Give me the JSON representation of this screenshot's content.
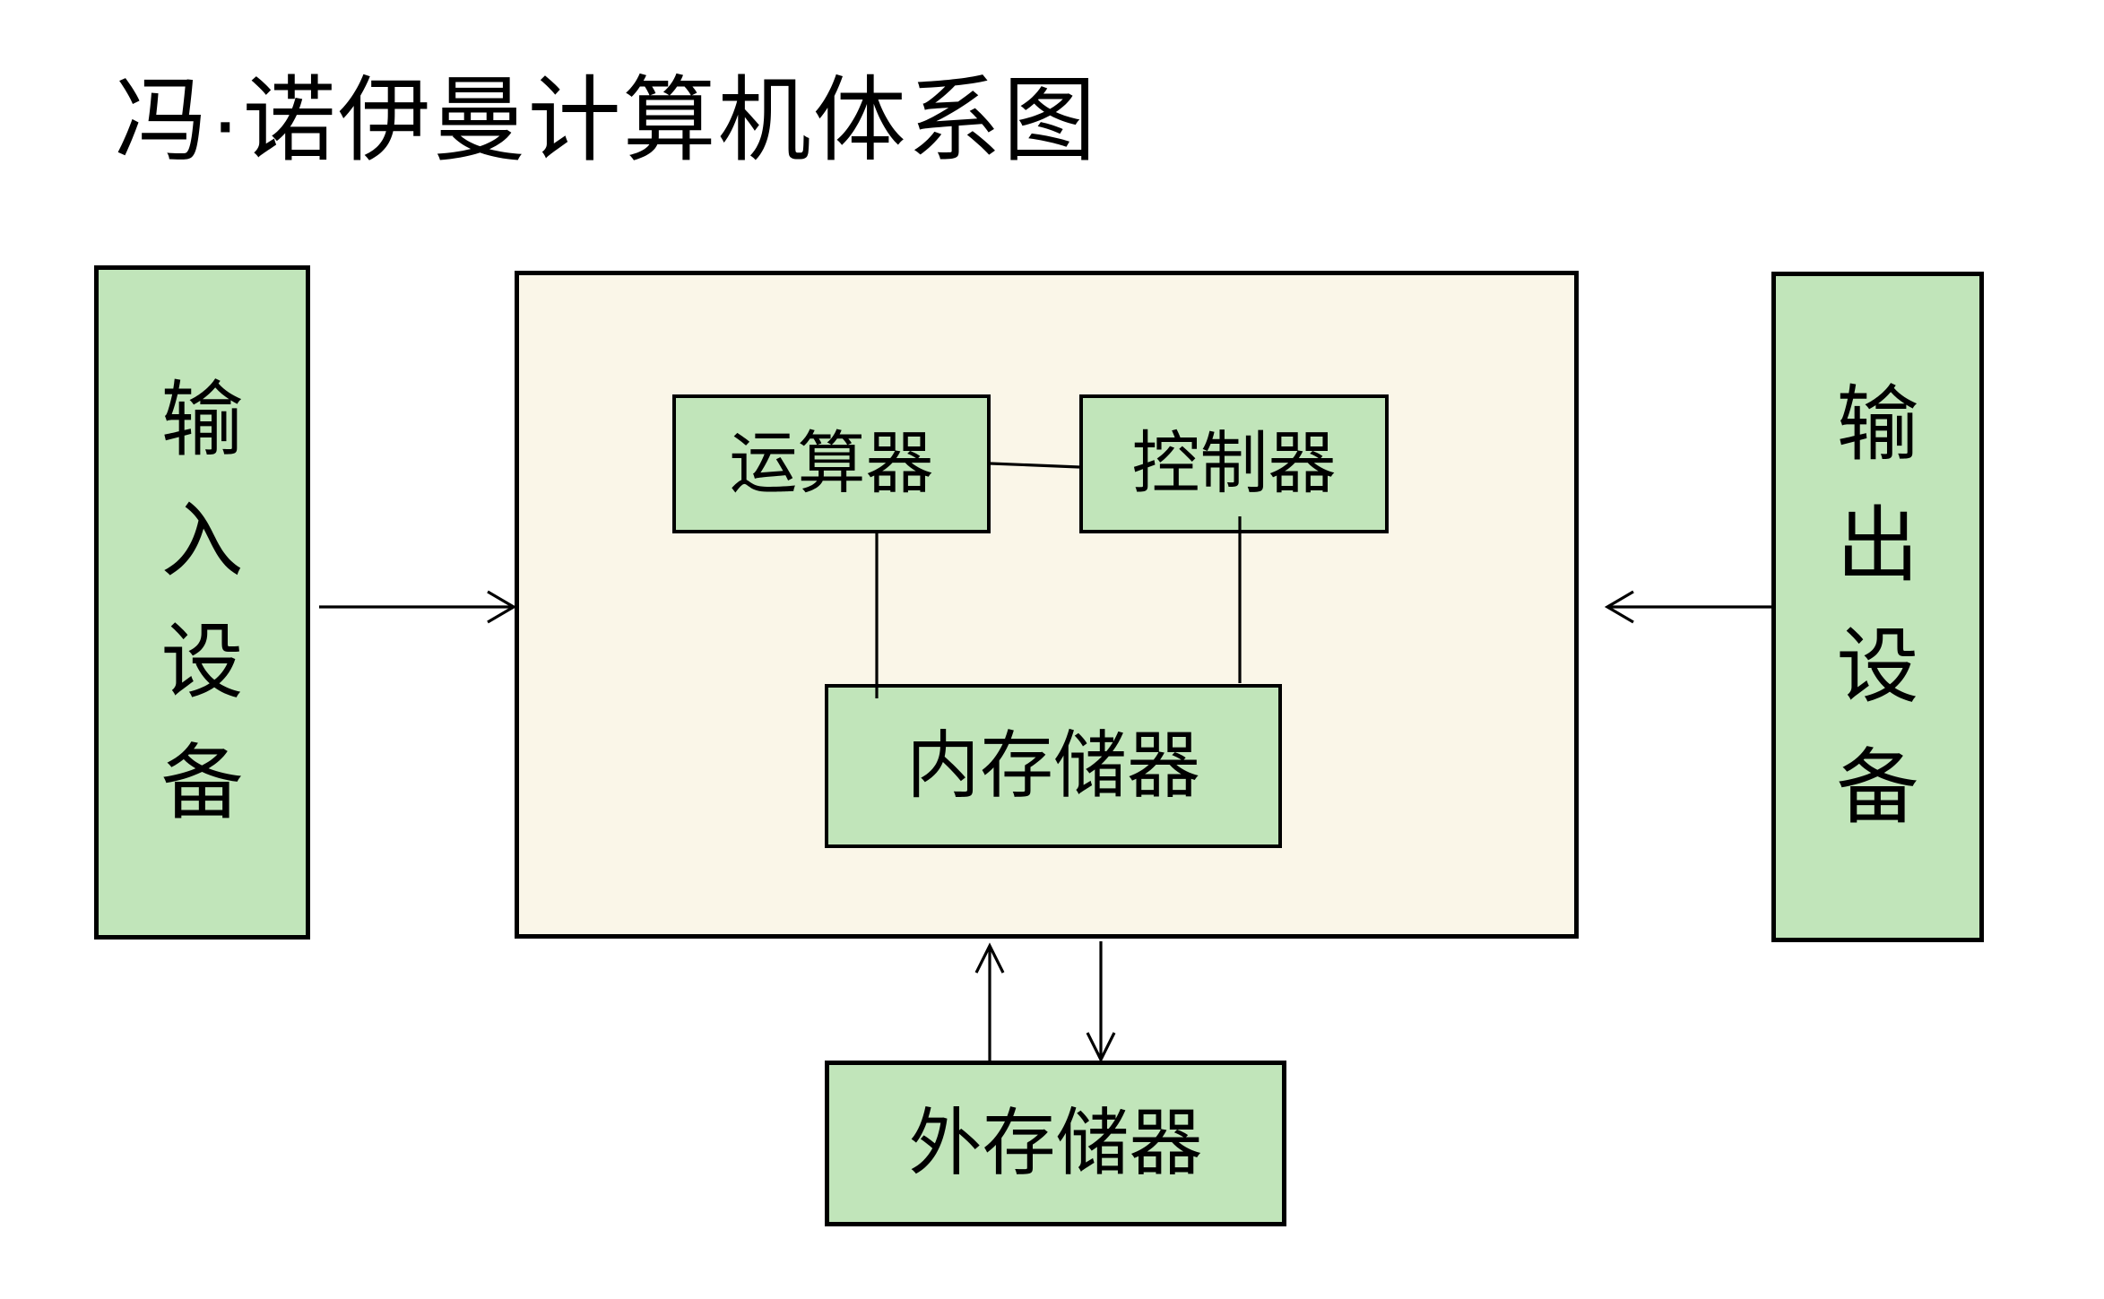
{
  "title": "冯·诺伊曼计算机体系图",
  "diagram": {
    "nodes": {
      "input_device": {
        "label": "输入设备"
      },
      "output_device": {
        "label": "输出设备"
      },
      "host": {
        "label": ""
      },
      "alu": {
        "label": "运算器"
      },
      "control_unit": {
        "label": "控制器"
      },
      "main_memory": {
        "label": "内存储器"
      },
      "external_memory": {
        "label": "外存储器"
      }
    },
    "edges": [
      {
        "from": "input_device",
        "to": "host",
        "style": "arrow"
      },
      {
        "from": "output_device",
        "to": "host",
        "style": "arrow"
      },
      {
        "from": "alu",
        "to": "control_unit",
        "style": "line"
      },
      {
        "from": "alu",
        "to": "main_memory",
        "style": "line"
      },
      {
        "from": "control_unit",
        "to": "main_memory",
        "style": "line"
      },
      {
        "from": "external_memory",
        "to": "host",
        "style": "arrow"
      },
      {
        "from": "host",
        "to": "external_memory",
        "style": "arrow"
      }
    ],
    "colors": {
      "node_fill": "#c1e5ba",
      "host_fill": "#faf6e8",
      "border": "#000000",
      "background": "#ffffff"
    }
  }
}
